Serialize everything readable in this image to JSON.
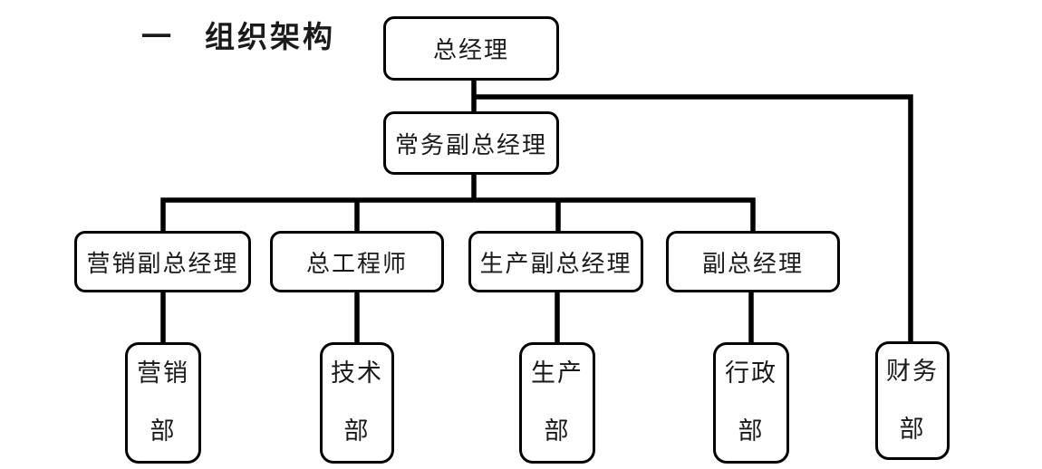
{
  "diagram_type": "org-chart",
  "heading": {
    "number": "一",
    "text": "组织架构"
  },
  "colors": {
    "line": "#000000",
    "box_border": "#000000",
    "background": "#ffffff",
    "text": "#1a1a1a"
  },
  "nodes": {
    "general_manager": {
      "label": "总经理"
    },
    "executive_deputy_general_manager": {
      "label": "常务副总经理"
    },
    "marketing_deputy_general_manager": {
      "label": "营销副总经理"
    },
    "chief_engineer": {
      "label": "总工程师"
    },
    "production_deputy_general_manager": {
      "label": "生产副总经理"
    },
    "deputy_general_manager": {
      "label": "副总经理"
    },
    "marketing_dept": {
      "label": "营销\n部"
    },
    "technical_dept": {
      "label": "技术\n部"
    },
    "production_dept": {
      "label": "生产\n部"
    },
    "administration_dept": {
      "label": "行政\n部"
    },
    "finance_dept": {
      "label": "财务\n部"
    }
  },
  "edges": [
    {
      "from": "general_manager",
      "to": "executive_deputy_general_manager"
    },
    {
      "from": "general_manager",
      "to": "finance_dept"
    },
    {
      "from": "executive_deputy_general_manager",
      "to": "marketing_deputy_general_manager"
    },
    {
      "from": "executive_deputy_general_manager",
      "to": "chief_engineer"
    },
    {
      "from": "executive_deputy_general_manager",
      "to": "production_deputy_general_manager"
    },
    {
      "from": "executive_deputy_general_manager",
      "to": "deputy_general_manager"
    },
    {
      "from": "marketing_deputy_general_manager",
      "to": "marketing_dept"
    },
    {
      "from": "chief_engineer",
      "to": "technical_dept"
    },
    {
      "from": "production_deputy_general_manager",
      "to": "production_dept"
    },
    {
      "from": "deputy_general_manager",
      "to": "administration_dept"
    }
  ]
}
